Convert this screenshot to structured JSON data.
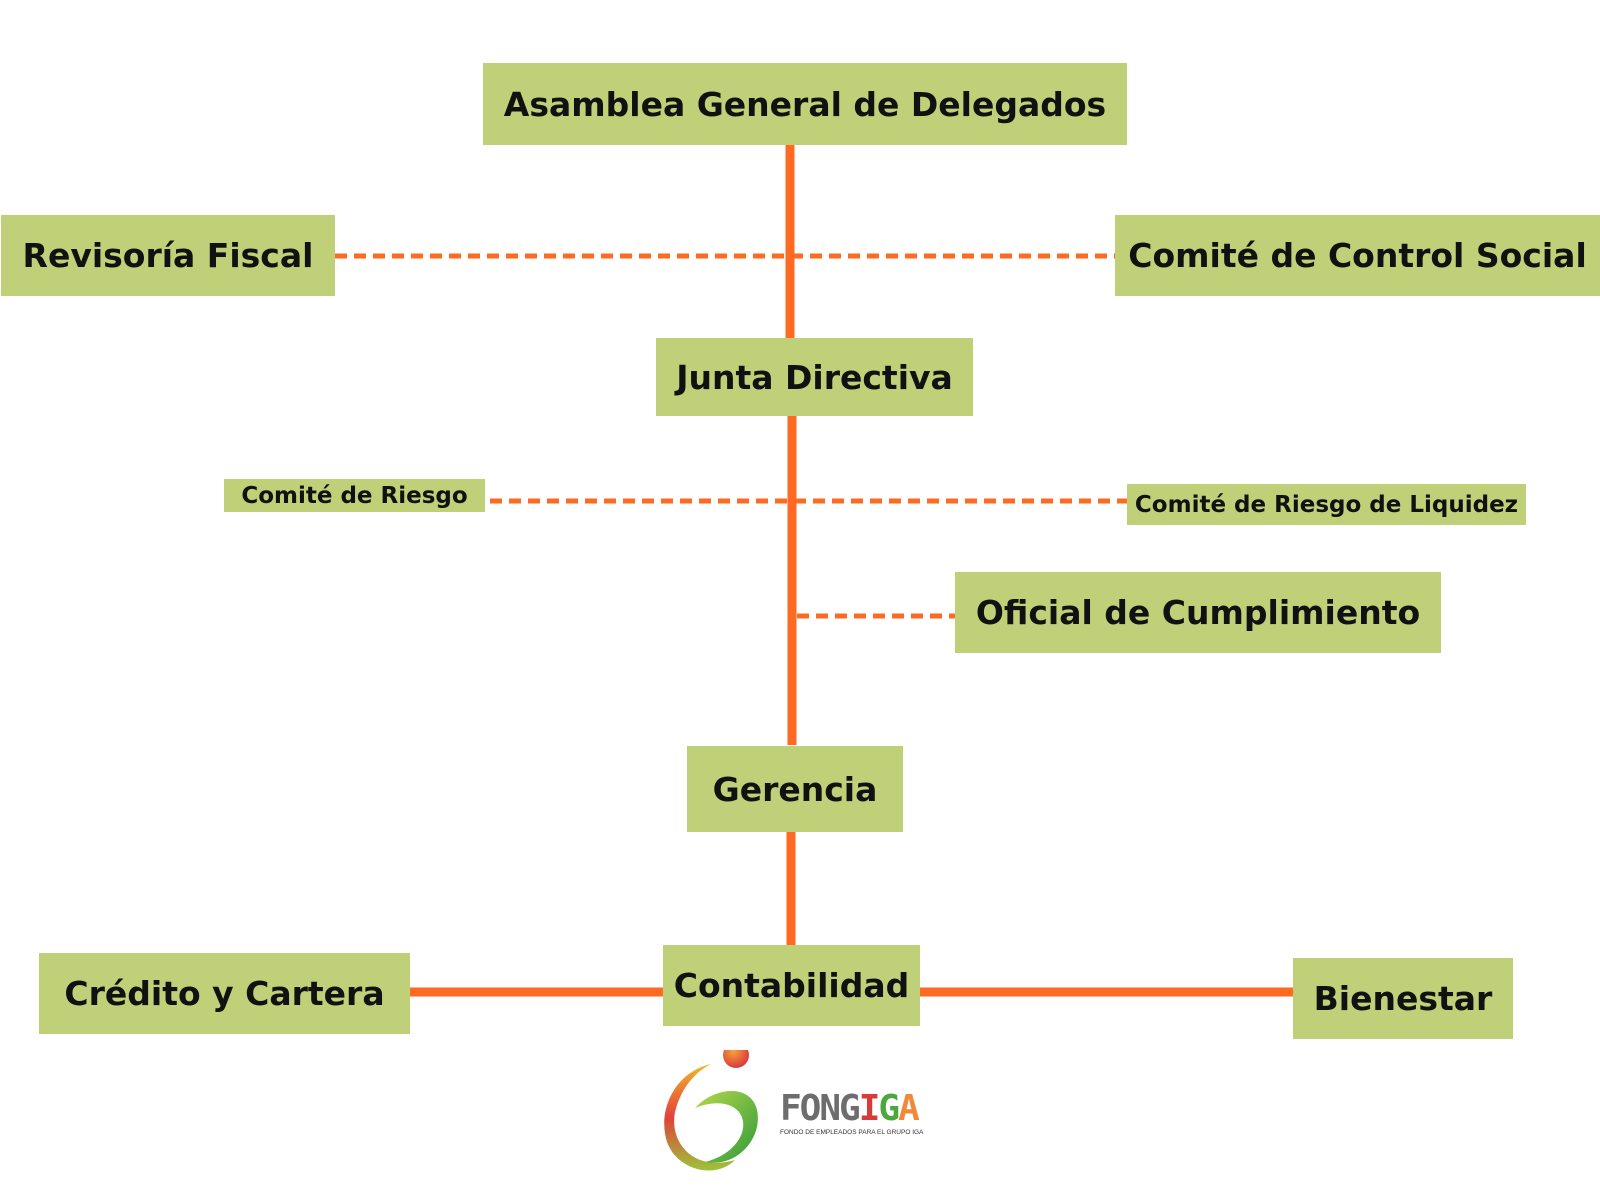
{
  "nodes": {
    "asamblea": "Asamblea General de Delegados",
    "revisoria": "Revisoría Fiscal",
    "control_social": "Comité de Control Social",
    "junta": "Junta Directiva",
    "riesgo": "Comité de Riesgo",
    "riesgo_liquidez": "Comité de Riesgo de Liquidez",
    "oficial": "Oficial de Cumplimiento",
    "gerencia": "Gerencia",
    "credito": "Crédito y Cartera",
    "contabilidad": "Contabilidad",
    "bienestar": "Bienestar"
  },
  "logo": {
    "name_part1": "FONG",
    "name_part2": "I",
    "name_part3": "G",
    "name_part4": "A",
    "tagline": "FONDO DE EMPLEADOS PARA EL GRUPO IGA"
  },
  "colors": {
    "box": "#c0d078",
    "line": "#ff6a22"
  }
}
